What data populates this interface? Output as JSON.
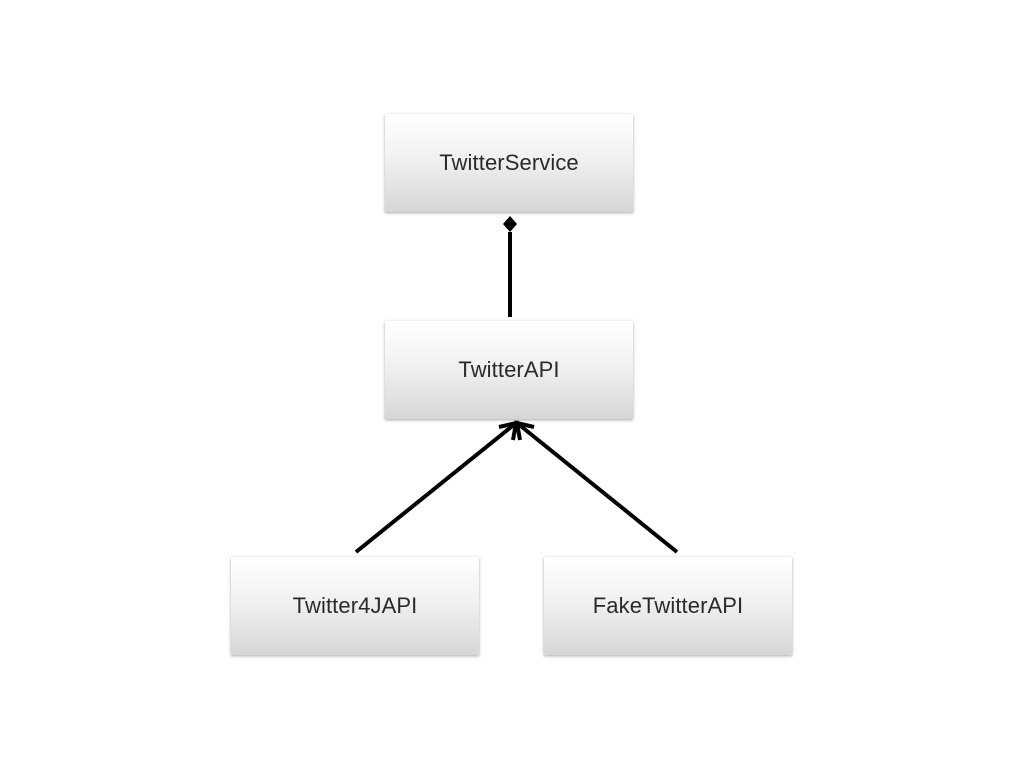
{
  "diagram": {
    "nodes": {
      "twitter_service": "TwitterService",
      "twitter_api": "TwitterAPI",
      "twitter4j_api": "Twitter4JAPI",
      "fake_twitter_api": "FakeTwitterAPI"
    },
    "edges": [
      {
        "from": "twitter_api",
        "to": "twitter_service",
        "type": "composition"
      },
      {
        "from": "twitter4j_api",
        "to": "twitter_api",
        "type": "realization"
      },
      {
        "from": "fake_twitter_api",
        "to": "twitter_api",
        "type": "realization"
      }
    ],
    "colors": {
      "line": "#000000",
      "box_top": "#ffffff",
      "box_bottom": "#d6d6d6",
      "text": "#2a2a2a"
    }
  }
}
